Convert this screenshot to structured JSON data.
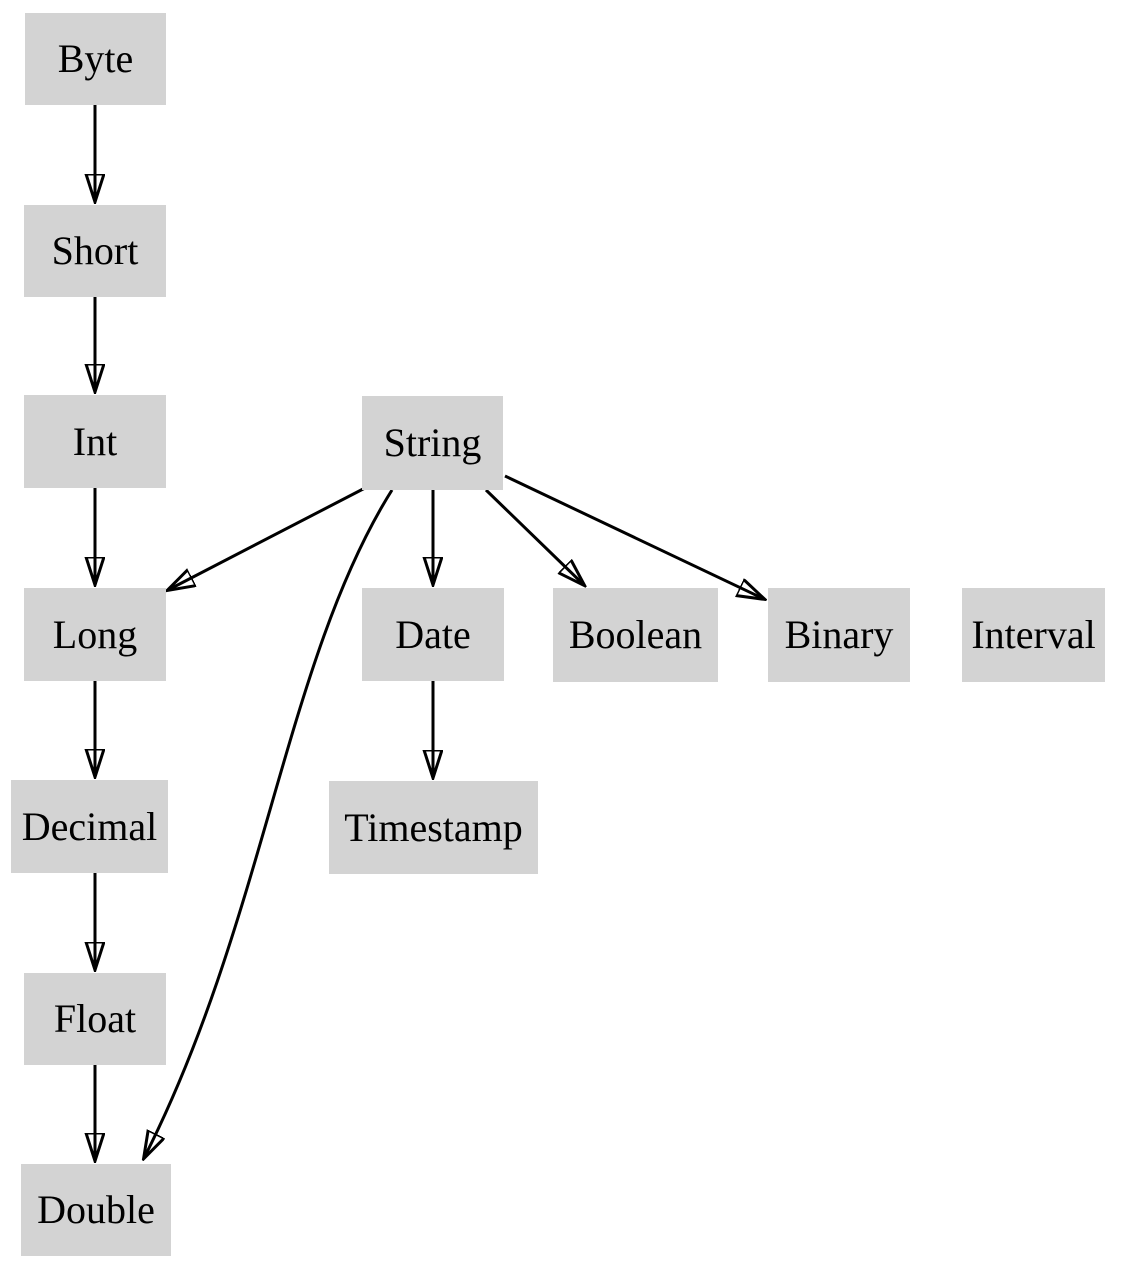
{
  "diagram": {
    "type": "directed-graph",
    "colors": {
      "background": "#ffffff",
      "node_fill": "#d3d3d3",
      "node_text": "#000000",
      "edge": "#000000"
    },
    "nodes": {
      "byte": {
        "label": "Byte"
      },
      "short": {
        "label": "Short"
      },
      "int": {
        "label": "Int"
      },
      "string": {
        "label": "String"
      },
      "long": {
        "label": "Long"
      },
      "date": {
        "label": "Date"
      },
      "boolean": {
        "label": "Boolean"
      },
      "binary": {
        "label": "Binary"
      },
      "interval": {
        "label": "Interval"
      },
      "decimal": {
        "label": "Decimal"
      },
      "timestamp": {
        "label": "Timestamp"
      },
      "float": {
        "label": "Float"
      },
      "double": {
        "label": "Double"
      }
    },
    "edges": [
      {
        "from": "Byte",
        "to": "Short"
      },
      {
        "from": "Short",
        "to": "Int"
      },
      {
        "from": "Int",
        "to": "Long"
      },
      {
        "from": "String",
        "to": "Long"
      },
      {
        "from": "String",
        "to": "Date"
      },
      {
        "from": "String",
        "to": "Boolean"
      },
      {
        "from": "String",
        "to": "Binary"
      },
      {
        "from": "String",
        "to": "Double"
      },
      {
        "from": "Long",
        "to": "Decimal"
      },
      {
        "from": "Decimal",
        "to": "Float"
      },
      {
        "from": "Float",
        "to": "Double"
      },
      {
        "from": "Date",
        "to": "Timestamp"
      }
    ]
  }
}
